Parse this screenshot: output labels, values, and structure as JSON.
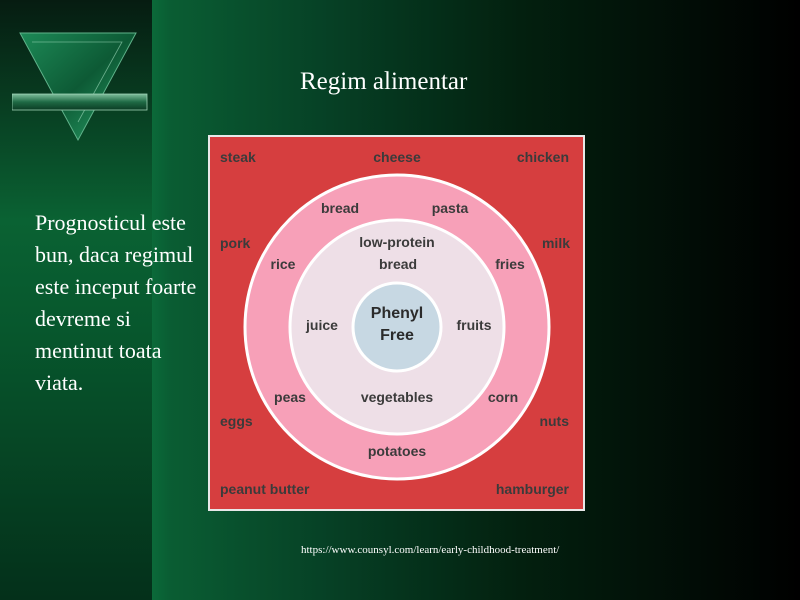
{
  "slide": {
    "title": "Regim alimentar",
    "body": "Prognosticul este bun, daca regimul este inceput foarte devreme si mentinut toata viata.",
    "source": "https://www.counsyl.com/learn/early-childhood-treatment/"
  },
  "diagram": {
    "center_line1": "Phenyl",
    "center_line2": "Free",
    "inner_ring": {
      "top_line1": "low-protein",
      "top_line2": "bread",
      "left": "juice",
      "right": "fruits",
      "bottom": "vegetables"
    },
    "middle_ring": {
      "top_left": "bread",
      "top_right": "pasta",
      "left_upper": "rice",
      "right_upper": "fries",
      "left_lower": "peas",
      "right_lower": "corn",
      "bottom": "potatoes"
    },
    "outer_square": {
      "top_left": "steak",
      "top_center": "cheese",
      "top_right": "chicken",
      "left_upper": "pork",
      "right_upper": "milk",
      "left_lower": "eggs",
      "right_lower": "nuts",
      "bottom_left": "peanut butter",
      "bottom_right": "hamburger"
    },
    "colors": {
      "outer": "#d63e3f",
      "middle": "#f7a0b8",
      "inner": "#eedfe7",
      "center": "#c7d8e3",
      "ring_stroke": "#ffffff"
    }
  }
}
